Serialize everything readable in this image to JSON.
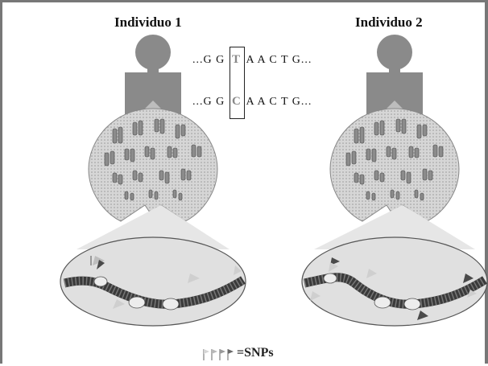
{
  "individuals": [
    {
      "label": "Individuo 1",
      "sequence": "...GGT AACTG...",
      "snp_base": "T"
    },
    {
      "label": "Individuo 2",
      "sequence": "...GGC AACTG...",
      "snp_base": "C"
    }
  ],
  "seq_top": "...G G",
  "seq_top_rest": "A A C  T G...",
  "seq_bottom": "...G G",
  "seq_bottom_rest": "A A C  T G...",
  "legend": {
    "label": "=SNPs",
    "icon": "snp-flag-icon"
  },
  "colors": {
    "figure": "#8a8a8a",
    "figure_dark": "#6f6f6f",
    "circle": "#d0d0d0",
    "chromosome": "#5a5a5a",
    "snp_light": "#cfcfcf",
    "snp_dark": "#4a4a4a"
  }
}
